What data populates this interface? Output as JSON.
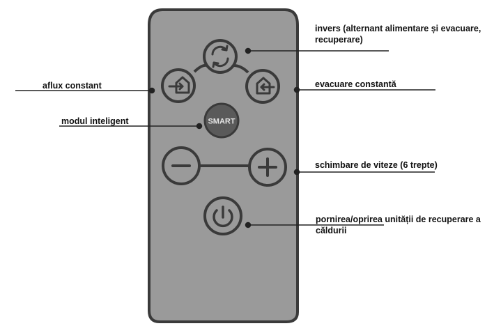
{
  "colors": {
    "remote_body": "#9a9a9a",
    "remote_outline": "#3a3a3a",
    "button_ring": "#3a3a3a",
    "smart_button_fill": "#555555",
    "leader_line": "#222222",
    "text": "#111111"
  },
  "remote": {
    "buttons": [
      {
        "name": "reverse-button",
        "icon": "cycle-arrows-icon"
      },
      {
        "name": "intake-button",
        "icon": "house-arrow-in-icon"
      },
      {
        "name": "exhaust-button",
        "icon": "house-arrow-out-icon"
      },
      {
        "name": "smart-button",
        "text": "SMART"
      },
      {
        "name": "speed-down-button",
        "icon": "minus-icon"
      },
      {
        "name": "speed-up-button",
        "icon": "plus-icon"
      },
      {
        "name": "power-button",
        "icon": "power-icon"
      }
    ]
  },
  "callouts": {
    "reverse": "invers (alternant alimentare și evacuare, recuperare)",
    "intake": "aflux constant",
    "exhaust": "evacuare constantă",
    "smart": "modul inteligent",
    "speed": "schimbare de viteze (6 trepte)",
    "power": "pornirea/oprirea unității de recuperare a căldurii"
  }
}
